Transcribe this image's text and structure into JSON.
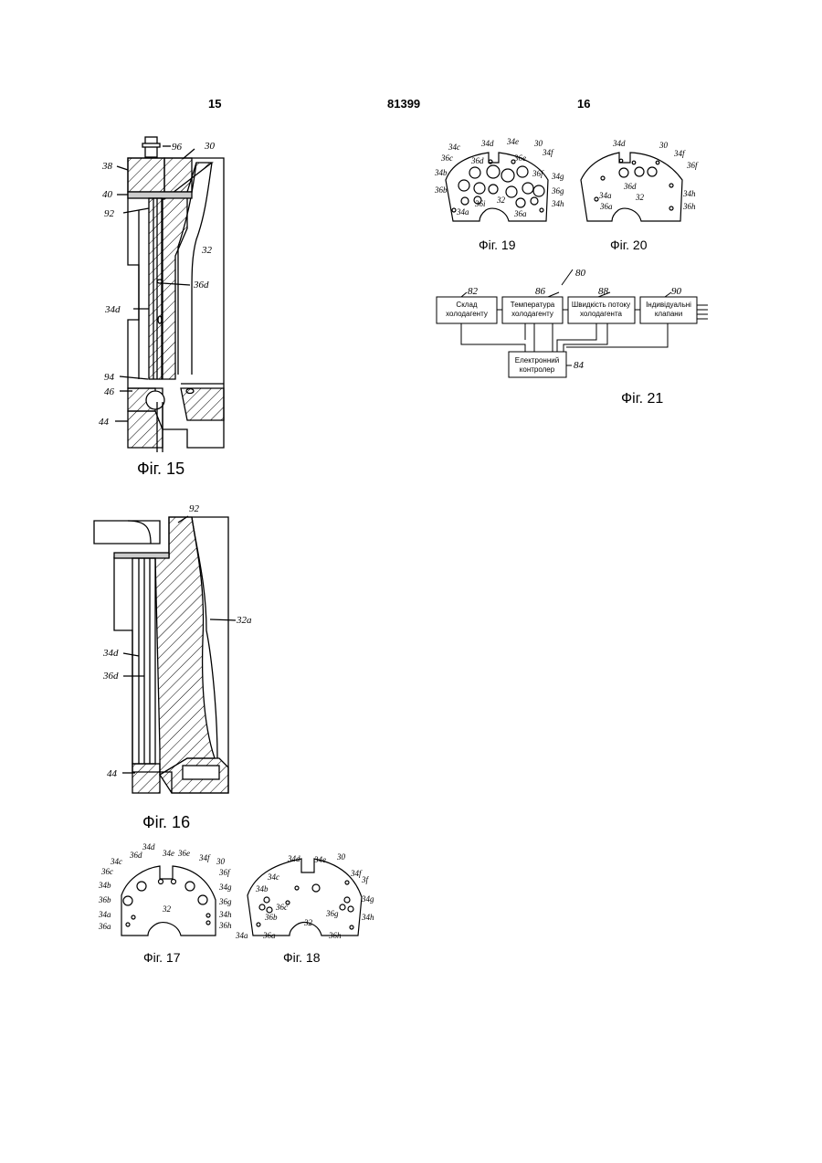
{
  "header": {
    "page_left": "15",
    "doc_number": "81399",
    "page_right": "16"
  },
  "captions": {
    "fig15": "Фіг. 15",
    "fig16": "Фіг. 16",
    "fig17": "Фіг. 17",
    "fig18": "Фіг. 18",
    "fig19": "Фіг. 19",
    "fig20": "Фіг. 20",
    "fig21": "Фіг. 21"
  },
  "fig15_labels": {
    "l96": "96",
    "l30": "30",
    "l38": "38",
    "l40": "40",
    "l92": "92",
    "l32": "32",
    "l36d": "36d",
    "l34d": "34d",
    "l94": "94",
    "l46": "46",
    "l44": "44"
  },
  "fig16_labels": {
    "l92": "92",
    "l32a": "32a",
    "l34d": "34d",
    "l36d": "36d",
    "l44": "44"
  },
  "fig17_labels": {
    "l34d": "34d",
    "l34e": "34e",
    "l36e": "36e",
    "l34c": "34c",
    "l36d": "36d",
    "l34f": "34f",
    "l30": "30",
    "l36c": "36c",
    "l36f": "36f",
    "l34b": "34b",
    "l34g": "34g",
    "l36b": "36b",
    "l36g": "36g",
    "l32": "32",
    "l34a": "34a",
    "l34h": "34h",
    "l36a": "36a",
    "l36h": "36h"
  },
  "fig18_labels": {
    "l34d": "34d",
    "l34e": "34e",
    "l30": "30",
    "l34c": "34c",
    "l34f": "34f",
    "l34b": "34b",
    "l3f": "3f",
    "l36c": "36c",
    "l34g": "34g",
    "l36b": "36b",
    "l36g": "36g",
    "l34h": "34h",
    "l32": "32",
    "l34a": "34a",
    "l36a": "36a",
    "l36h": "36h"
  },
  "fig19_labels": {
    "l34d": "34d",
    "l34e": "34e",
    "l30": "30",
    "l34c": "34c",
    "l34f": "34f",
    "l36c": "36c",
    "l36d": "36d",
    "l36e": "36e",
    "l36f": "36f",
    "l34b": "34b",
    "l34g": "34g",
    "l36b": "36b",
    "l36g": "36g",
    "l36i": "36i",
    "l32": "32",
    "l34a": "34a",
    "l36a": "36a",
    "l34h": "34h"
  },
  "fig20_labels": {
    "l34d": "34d",
    "l30": "30",
    "l34f": "34f",
    "l36f": "36f",
    "l36d": "36d",
    "l34a": "34a",
    "l36a": "36a",
    "l32": "32",
    "l34h": "34h",
    "l36h": "36h"
  },
  "fig21": {
    "ref80": "80",
    "ref82": "82",
    "ref86": "86",
    "ref88": "88",
    "ref90": "90",
    "ref84": "84",
    "box82_l1": "Склад",
    "box82_l2": "холодагенту",
    "box86_l1": "Температура",
    "box86_l2": "холодагенту",
    "box88_l1": "Швидкість потоку",
    "box88_l2": "холодагента",
    "box90_l1": "Індивідуальні",
    "box90_l2": "клапани",
    "box84_l1": "Електронний",
    "box84_l2": "контролер"
  }
}
